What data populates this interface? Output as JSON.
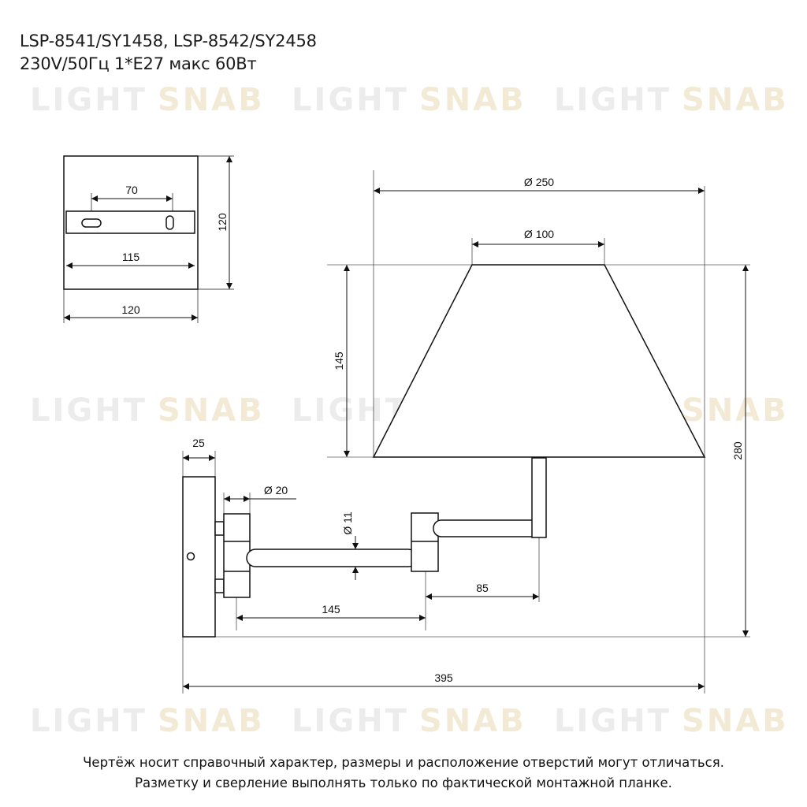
{
  "header": {
    "models": "LSP-8541/SY1458, LSP-8542/SY2458",
    "specs": "230V/50Гц  1*E27 макс 60Вт"
  },
  "watermark": {
    "word1": "LIGHT",
    "word2": "SNAB",
    "color1": "#ececec",
    "color2": "#f3ead6"
  },
  "dimensions": {
    "plate_hole_spacing": "70",
    "plate_slot_width": "115",
    "plate_height": "120",
    "plate_width": "120",
    "shade_bottom_diameter": "Ø 250",
    "shade_top_diameter": "Ø 100",
    "shade_height": "145",
    "total_height": "280",
    "base_depth": "25",
    "joint_diameter": "Ø 20",
    "arm_diameter": "Ø 11",
    "arm_length": "145",
    "elbow_reach": "85",
    "total_length": "395"
  },
  "footer": {
    "line1": "Чертёж носит справочный характер, размеры и расположение отверстий могут отличаться.",
    "line2": "Разметку и сверление выполнять только по фактической монтажной планке."
  }
}
